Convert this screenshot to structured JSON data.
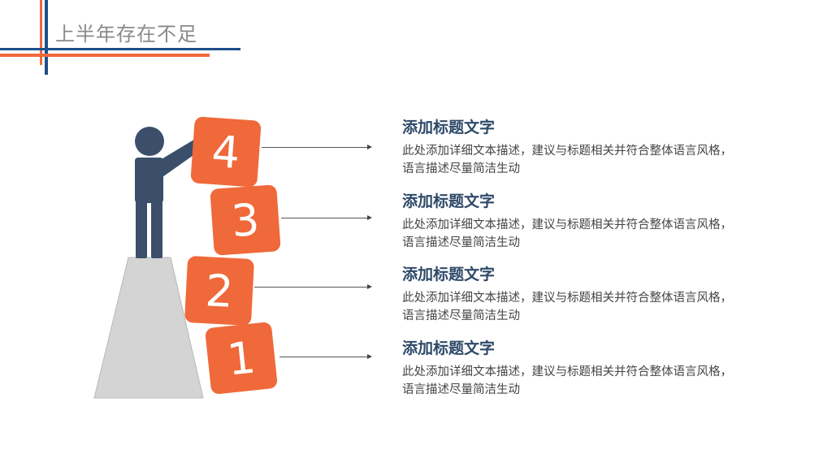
{
  "slide": {
    "title": "上半年存在不足"
  },
  "colors": {
    "accent_orange": "#f0693a",
    "accent_blue": "#1e4e8c",
    "figure": "#3b4f6b",
    "pedestal": "#d4d4d4"
  },
  "blocks": [
    {
      "number": "4"
    },
    {
      "number": "3"
    },
    {
      "number": "2"
    },
    {
      "number": "1"
    }
  ],
  "items": [
    {
      "title": "添加标题文字",
      "desc": "此处添加详细文本描述，建议与标题相关并符合整体语言风格，语言描述尽量简洁生动"
    },
    {
      "title": "添加标题文字",
      "desc": "此处添加详细文本描述，建议与标题相关并符合整体语言风格，语言描述尽量简洁生动"
    },
    {
      "title": "添加标题文字",
      "desc": "此处添加详细文本描述，建议与标题相关并符合整体语言风格，语言描述尽量简洁生动"
    },
    {
      "title": "添加标题文字",
      "desc": "此处添加详细文本描述，建议与标题相关并符合整体语言风格，语言描述尽量简洁生动"
    }
  ]
}
